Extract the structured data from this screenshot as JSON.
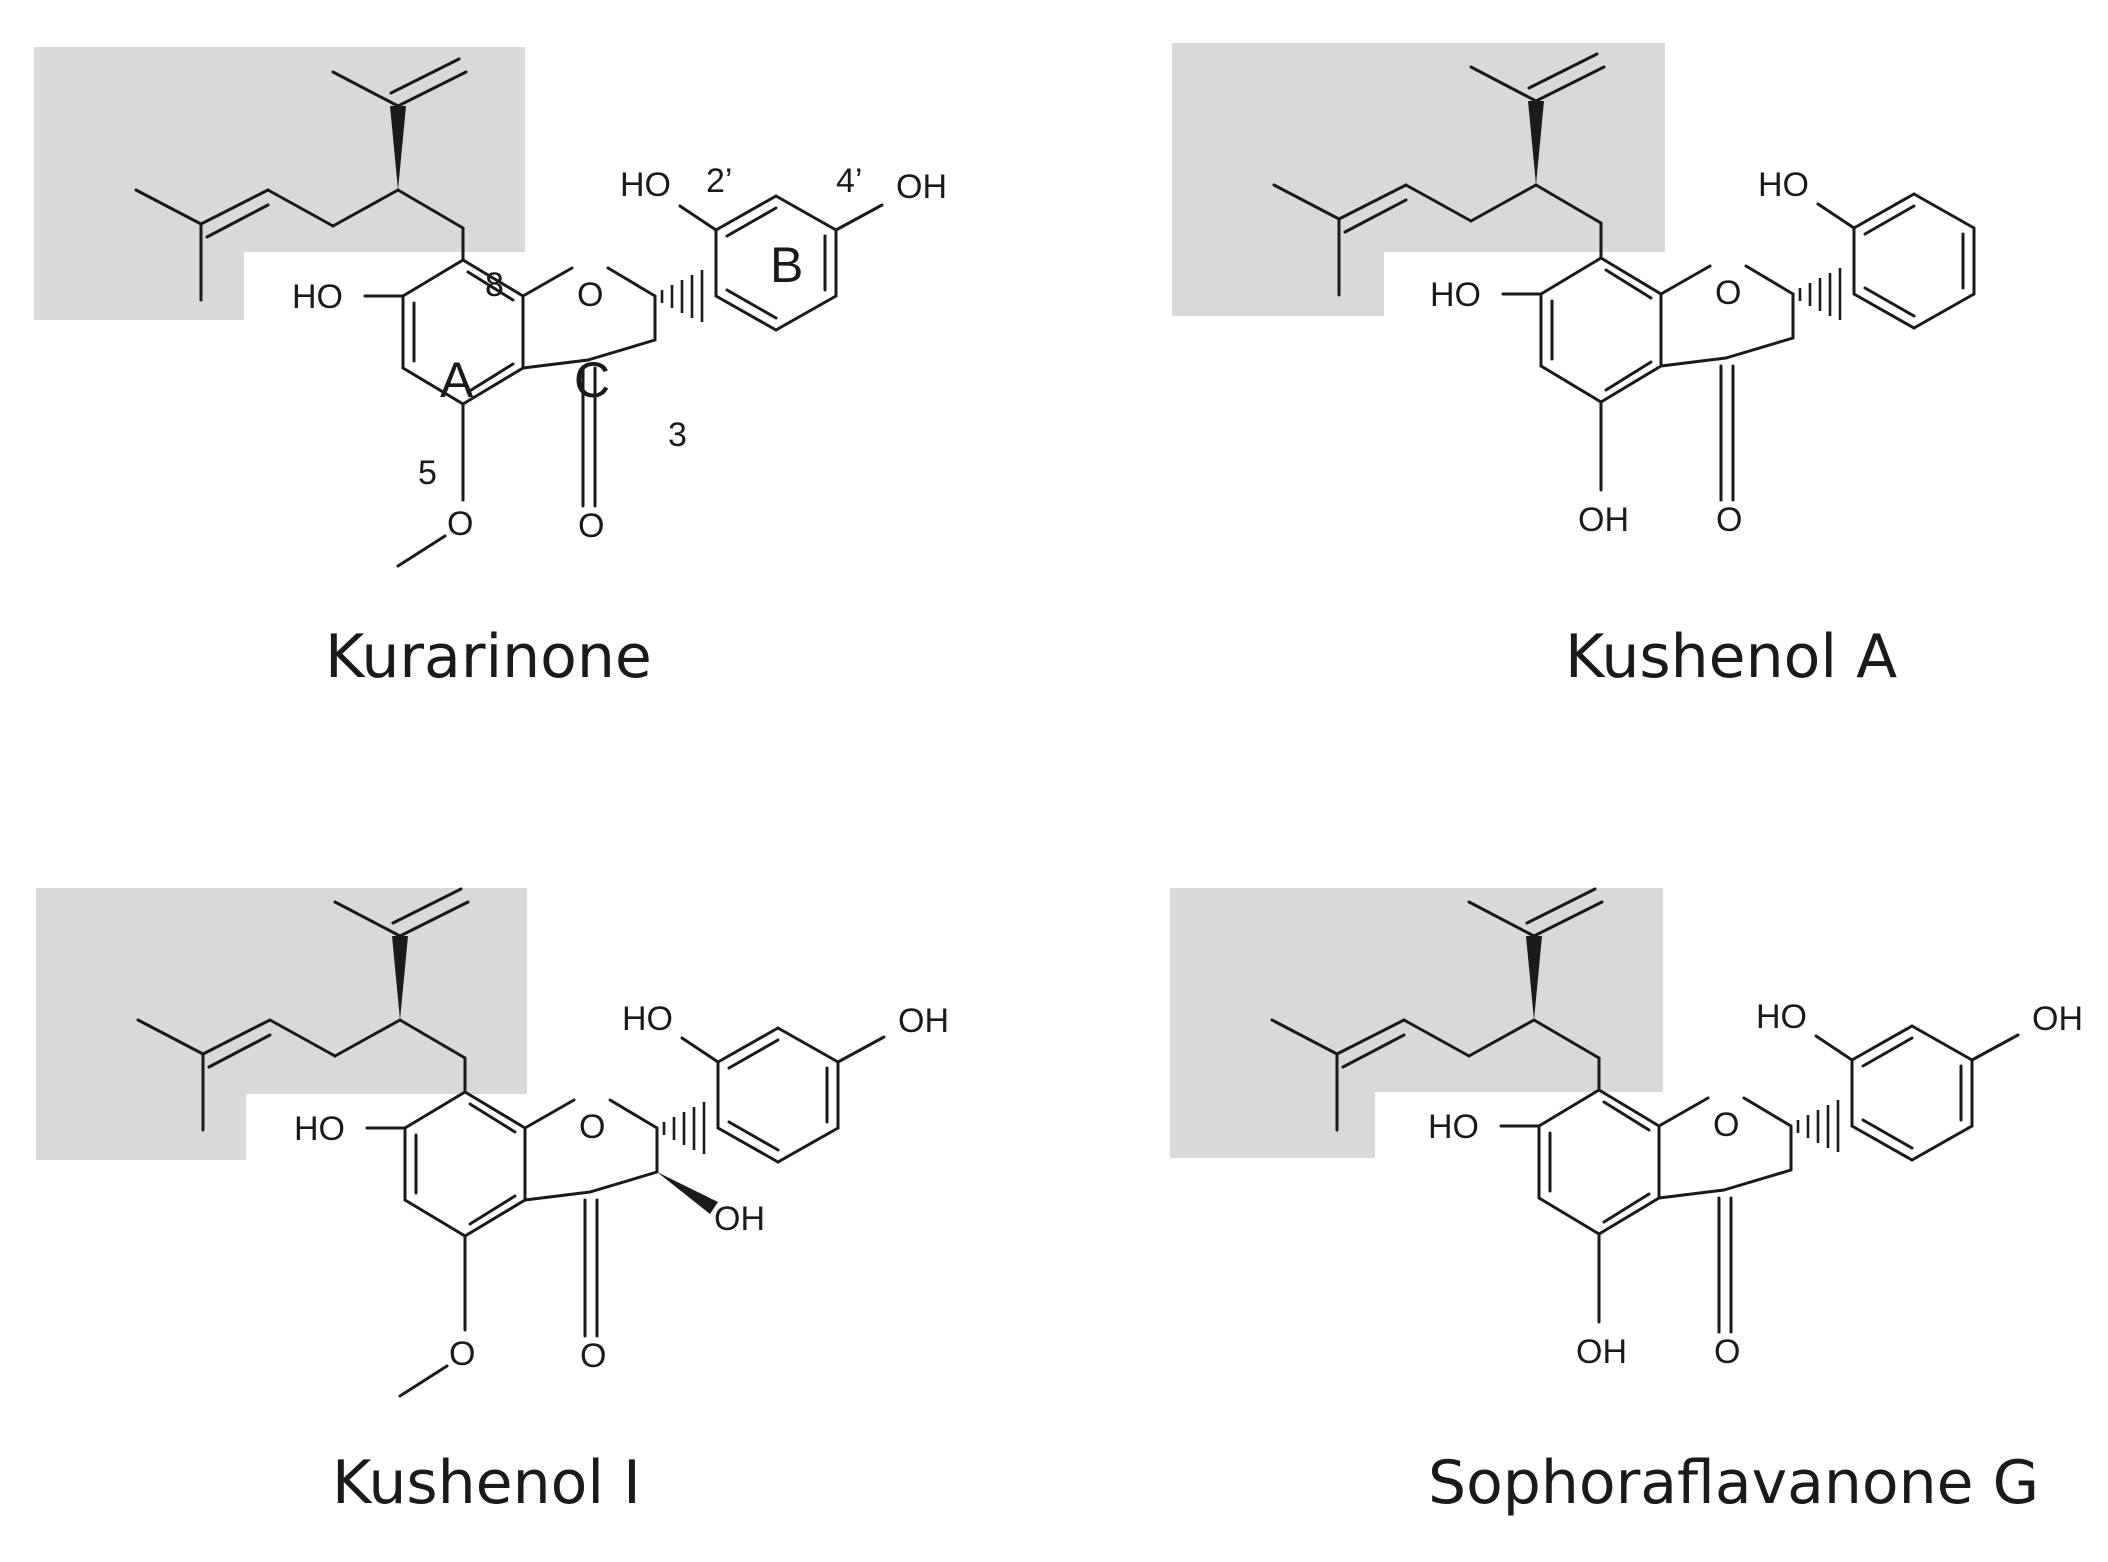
{
  "colors": {
    "highlight": "#d9d9d9",
    "ink": "#1a1a1a",
    "background": "#ffffff"
  },
  "compounds": [
    {
      "name": "Kurarinone",
      "atom_labels": {
        "ho_7": "HO",
        "ho_2p": "HO",
        "oh_4p": "OH",
        "ring_o": "O",
        "carbonyl_o": "O",
        "methoxy_o": "O"
      },
      "position_labels": {
        "p8": "8",
        "p5": "5",
        "p3": "3",
        "p2p": "2’",
        "p4p": "4’"
      },
      "ring_labels": {
        "a": "A",
        "b": "B",
        "c": "C"
      }
    },
    {
      "name": "Kushenol A",
      "atom_labels": {
        "ho_7": "HO",
        "ho_2p": "HO",
        "ring_o": "O",
        "carbonyl_o": "O",
        "oh_5": "OH"
      }
    },
    {
      "name": "Kushenol I",
      "atom_labels": {
        "ho_7": "HO",
        "ho_2p": "HO",
        "oh_4p": "OH",
        "ring_o": "O",
        "carbonyl_o": "O",
        "methoxy_o": "O",
        "oh_3": "OH"
      }
    },
    {
      "name": "Sophoraflavanone G",
      "atom_labels": {
        "ho_7": "HO",
        "ho_2p": "HO",
        "oh_4p": "OH",
        "ring_o": "O",
        "carbonyl_o": "O",
        "oh_5": "OH"
      }
    }
  ]
}
